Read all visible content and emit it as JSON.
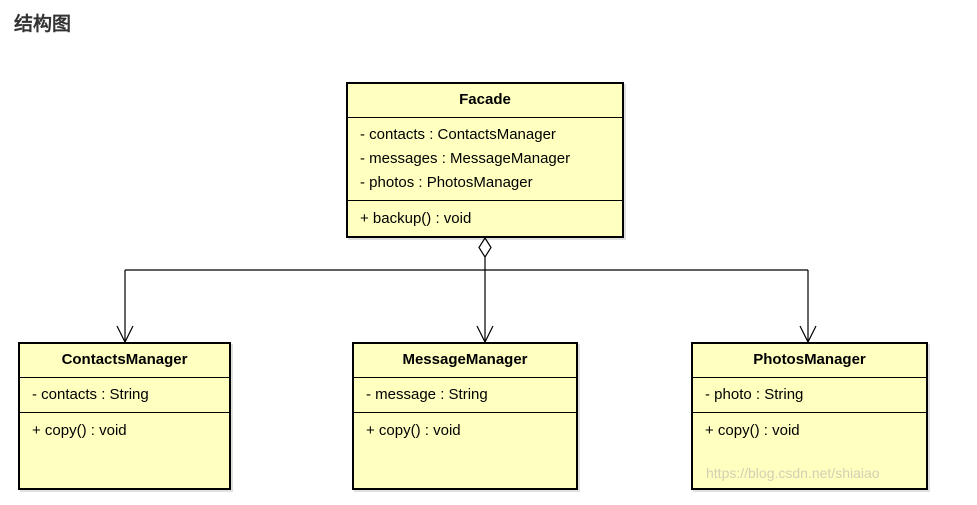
{
  "page": {
    "title": "结构图",
    "watermark": "https://blog.csdn.net/shiaiao"
  },
  "diagram": {
    "facade": {
      "name": "Facade",
      "attributes": [
        "- contacts : ContactsManager",
        "- messages : MessageManager",
        "- photos : PhotosManager"
      ],
      "methods": [
        "+ backup() : void"
      ]
    },
    "contacts_manager": {
      "name": "ContactsManager",
      "attributes": [
        "- contacts : String"
      ],
      "methods": [
        "+ copy() : void"
      ]
    },
    "message_manager": {
      "name": "MessageManager",
      "attributes": [
        "- message : String"
      ],
      "methods": [
        "+ copy() : void"
      ]
    },
    "photos_manager": {
      "name": "PhotosManager",
      "attributes": [
        "- photo : String"
      ],
      "methods": [
        "+ copy() : void"
      ]
    },
    "relations": [
      {
        "from": "Facade",
        "to": "ContactsManager",
        "type": "aggregation"
      },
      {
        "from": "Facade",
        "to": "MessageManager",
        "type": "aggregation"
      },
      {
        "from": "Facade",
        "to": "PhotosManager",
        "type": "aggregation"
      }
    ],
    "colors": {
      "class_fill": "#ffffc0",
      "class_border": "#000000",
      "connector": "#000000",
      "title_text": "#333333"
    }
  }
}
